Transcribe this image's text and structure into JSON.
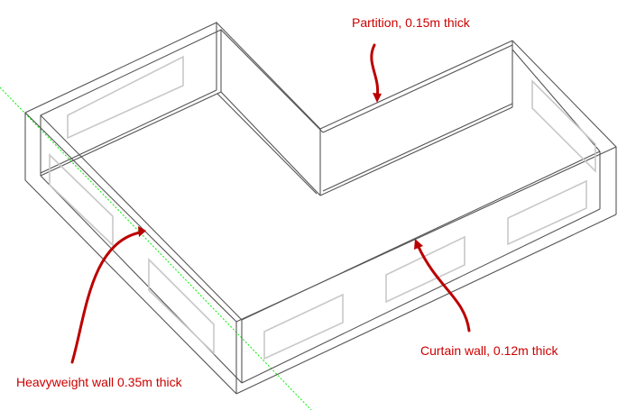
{
  "labels": {
    "partition": "Partition, 0.15m thick",
    "curtain": "Curtain wall, 0.12m thick",
    "heavyweight": "Heavyweight wall 0.35m thick"
  },
  "colors": {
    "annotation": "#cc0000",
    "edges": "#555555",
    "windows": "#c8c8c8",
    "guide": "#00ee00"
  }
}
